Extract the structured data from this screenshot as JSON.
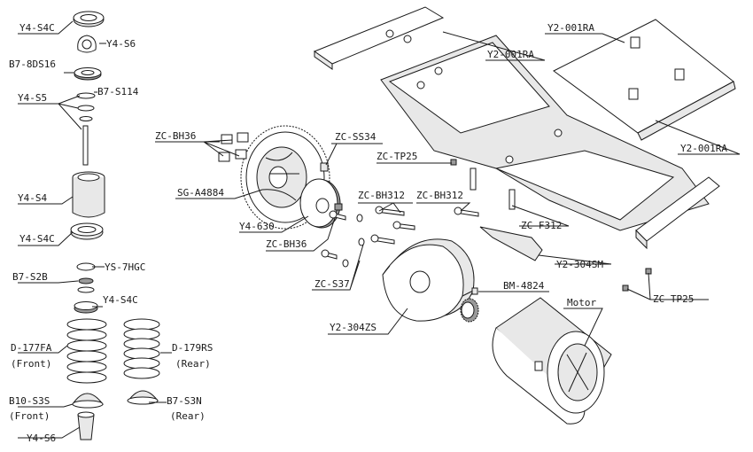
{
  "labels": {
    "y4_s4c_top": "Y4-S4C",
    "y4_s6_top": "Y4-S6",
    "b7_8ds16": "B7-8DS16",
    "y4_s5": "Y4-S5",
    "b7_s114": "B7-S114",
    "y4_s4": "Y4-S4",
    "y4_s4c_mid": "Y4-S4C",
    "ys_7hgc": "YS-7HGC",
    "b7_s2b": "B7-S2B",
    "y4_s4c_low": "Y4-S4C",
    "d177fa": "D-177FA",
    "d177fa_sub": "(Front)",
    "d179rs": "D-179RS",
    "d179rs_sub": "(Rear)",
    "b10_s3s": "B10-S3S",
    "b10_s3s_sub": "(Front)",
    "b7_s3n": "B7-S3N",
    "b7_s3n_sub": "(Rear)",
    "y4_s6_bottom": "Y4-S6",
    "zc_bh36_top": "ZC-BH36",
    "sg_a4884": "SG-A4884",
    "y4_630": "Y4-630",
    "zc_ss34": "ZC-SS34",
    "zc_tp25_top": "ZC-TP25",
    "zc_bh312_a": "ZC-BH312",
    "zc_bh312_b": "ZC-BH312",
    "zc_bh36_mid": "ZC-BH36",
    "zc_s37": "ZC-S37",
    "y2_304zs": "Y2-304ZS",
    "bm_4824": "BM-4824",
    "motor": "Motor",
    "zc_f312": "ZC-F312",
    "y2_304sm": "Y2-304SM",
    "zc_tp25_right": "ZC-TP25",
    "y2_001ra_a": "Y2-001RA",
    "y2_001ra_b": "Y2-001RA",
    "y2_001ra_c": "Y2-001RA"
  }
}
